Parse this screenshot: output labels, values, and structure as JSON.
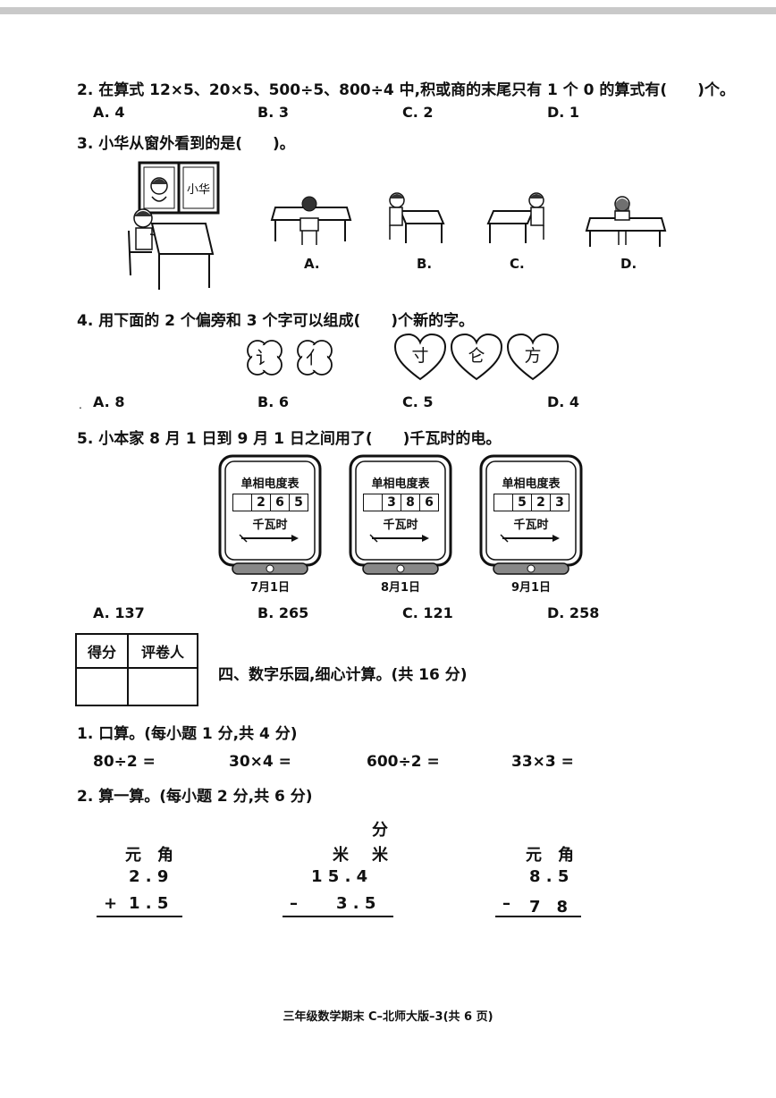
{
  "q2": {
    "text": "2. 在算式 12×5、20×5、500÷5、800÷4 中,积或商的末尾只有 1 个 0 的算式有(　　)个。",
    "options": [
      "A. 4",
      "B. 3",
      "C. 2",
      "D. 1"
    ]
  },
  "q3": {
    "text": "3. 小华从窗外看到的是(　　)。",
    "window_label": "小华",
    "options": [
      "A.",
      "B.",
      "C.",
      "D."
    ]
  },
  "q4": {
    "text": "4. 用下面的 2 个偏旁和 3 个字可以组成(　　)个新的字。",
    "radicals": [
      "讠",
      "亻"
    ],
    "characters": [
      "寸",
      "仑",
      "方"
    ],
    "options": [
      "A. 8",
      "B. 6",
      "C. 5",
      "D. 4"
    ]
  },
  "q5": {
    "text": "5. 小本家 8 月 1 日到 9 月 1 日之间用了(　　)千瓦时的电。",
    "meters": [
      {
        "title": "单相电度表",
        "digits": [
          "",
          "2",
          "6",
          "5"
        ],
        "unit": "千瓦时",
        "date": "7月1日"
      },
      {
        "title": "单相电度表",
        "digits": [
          "",
          "3",
          "8",
          "6"
        ],
        "unit": "千瓦时",
        "date": "8月1日"
      },
      {
        "title": "单相电度表",
        "digits": [
          "",
          "5",
          "2",
          "3"
        ],
        "unit": "千瓦时",
        "date": "9月1日"
      }
    ],
    "options": [
      "A. 137",
      "B. 265",
      "C. 121",
      "D. 258"
    ]
  },
  "score_table": {
    "col1": "得分",
    "col2": "评卷人"
  },
  "section4": {
    "title": "四、数字乐园,细心计算。(共 16 分)",
    "p1": {
      "text": "1. 口算。(每小题 1 分,共 4 分)",
      "items": [
        "80÷2 =",
        "30×4 =",
        "600÷2 =",
        "33×3 ="
      ]
    },
    "p2": {
      "text": "2. 算一算。(每小题 2 分,共 6 分)",
      "calc1": {
        "u1": "元",
        "u2": "角",
        "row1": "2 . 9",
        "op": "+",
        "row2": "1 . 5"
      },
      "calc2": {
        "top": "分",
        "u1": "米",
        "u2": "米",
        "row1": "1 5 . 4",
        "op": "–",
        "row2": "3 . 5"
      },
      "calc3": {
        "u1": "元",
        "u2": "角",
        "row1": "8 . 5",
        "op": "–",
        "row2": "7　8"
      }
    }
  },
  "footer": "三年级数学期末 C–北师大版–3(共 6 页)"
}
